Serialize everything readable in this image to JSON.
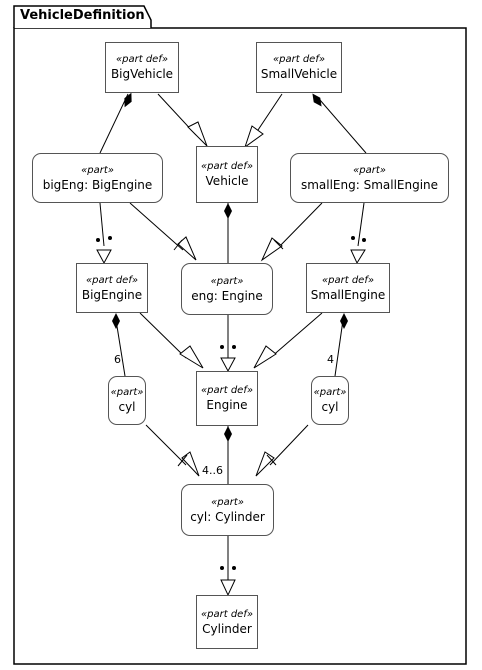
{
  "package": {
    "title": "VehicleDefinition"
  },
  "nodes": {
    "big_vehicle": {
      "stereotype": "«part def»",
      "name": "BigVehicle"
    },
    "small_vehicle": {
      "stereotype": "«part def»",
      "name": "SmallVehicle"
    },
    "big_eng": {
      "stereotype": "«part»",
      "name": "bigEng: BigEngine"
    },
    "vehicle": {
      "stereotype": "«part def»",
      "name": "Vehicle"
    },
    "small_eng": {
      "stereotype": "«part»",
      "name": "smallEng: SmallEngine"
    },
    "big_engine": {
      "stereotype": "«part def»",
      "name": "BigEngine"
    },
    "eng": {
      "stereotype": "«part»",
      "name": "eng: Engine"
    },
    "small_engine": {
      "stereotype": "«part def»",
      "name": "SmallEngine"
    },
    "cyl_big": {
      "stereotype": "«part»",
      "name": "cyl"
    },
    "engine": {
      "stereotype": "«part def»",
      "name": "Engine"
    },
    "cyl_small": {
      "stereotype": "«part»",
      "name": "cyl"
    },
    "cyl_cylinder": {
      "stereotype": "«part»",
      "name": "cyl: Cylinder"
    },
    "cylinder": {
      "stereotype": "«part def»",
      "name": "Cylinder"
    }
  },
  "multiplicities": {
    "big_engine_cyl": "6",
    "small_engine_cyl": "4",
    "engine_cyl": "4..6"
  }
}
